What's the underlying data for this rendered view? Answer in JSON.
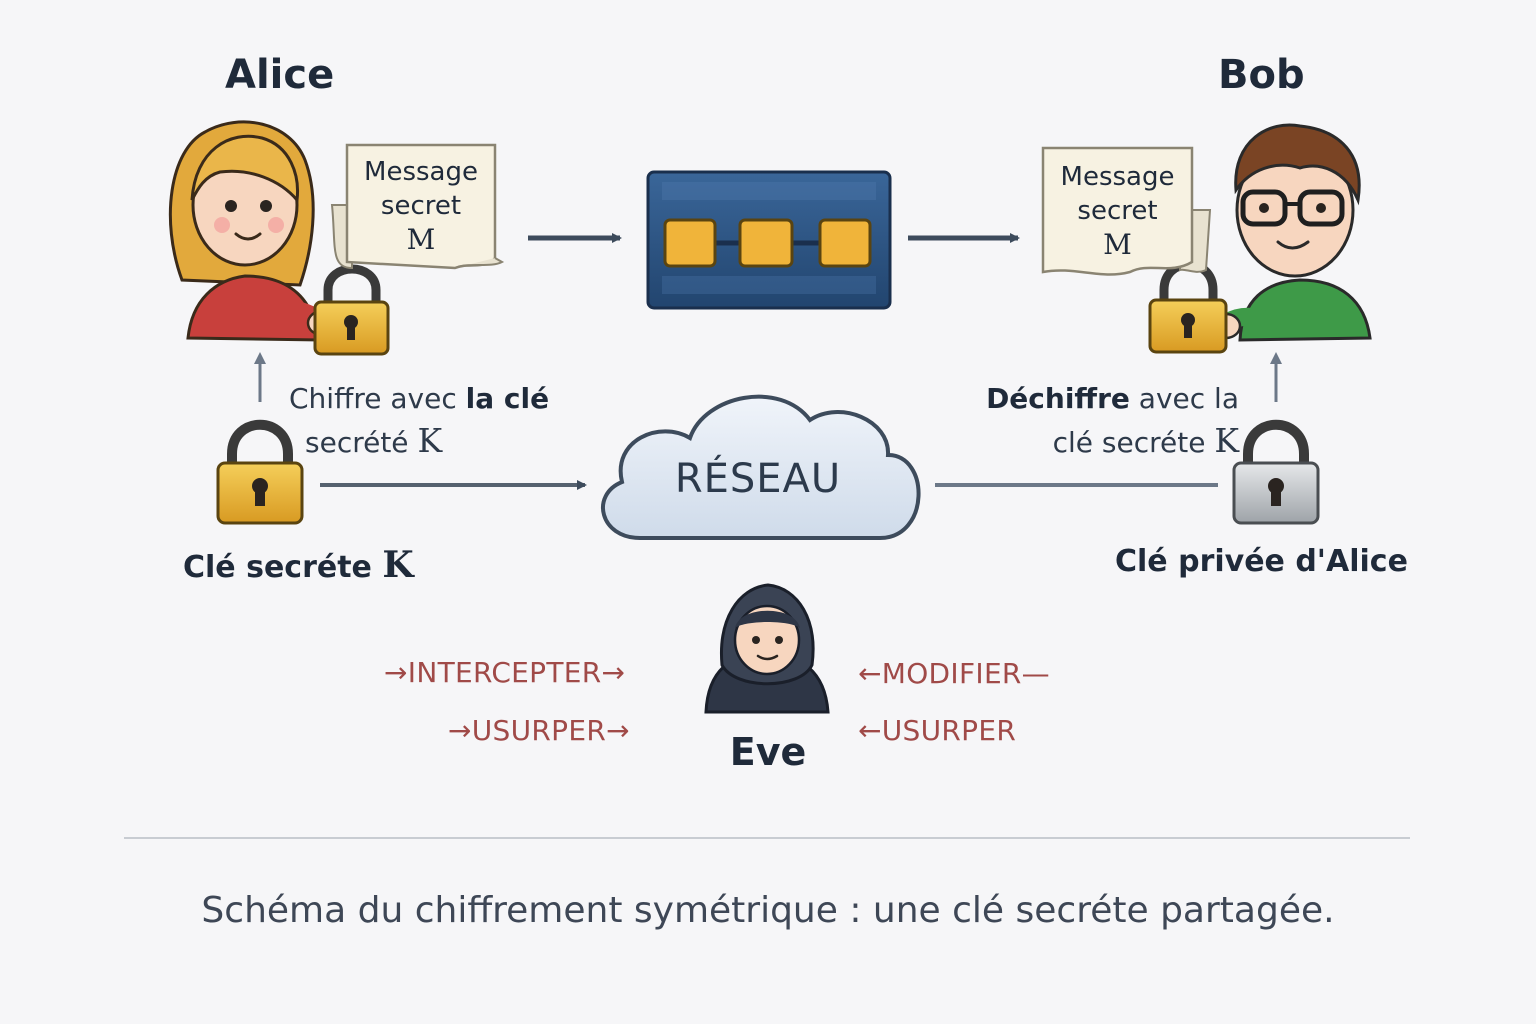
{
  "alice": {
    "name": "Alice"
  },
  "bob": {
    "name": "Bob"
  },
  "eve": {
    "name": "Eve"
  },
  "message": {
    "line1": "Message",
    "line2": "secret",
    "line3": "M"
  },
  "encrypt": {
    "line1_plain": "Chiffre avec ",
    "line1_bold": "la clé",
    "line2_text": "secrété ",
    "line2_key": "K"
  },
  "decrypt": {
    "line1_bold": "Déchiffre",
    "line1_plain": " avec la",
    "line2_text": "clé secréte",
    "line2_key": "K"
  },
  "keys": {
    "left_label_text": "Clé secréte ",
    "left_label_key": "K",
    "right_label": "Clé privée d'Alice"
  },
  "network": {
    "label": "RÉSEAU"
  },
  "attacks": {
    "intercept": "→INTERCEPTER→",
    "usurp_left": "→USURPER→",
    "modify": "←MODIFIER—",
    "usurp_right": "←USURPER"
  },
  "footer": {
    "caption": "Schéma du chiffrement symétrique : une clé secréte partagée."
  },
  "colors": {
    "background": "#f6f6f8",
    "text_dark": "#1f2a3a",
    "attack_red": "#a04a48",
    "arrow_slate": "#3d4b5c",
    "lock_gold": "#e8b030",
    "lock_silver": "#c4c8cc",
    "cipher_blue": "#2e5585",
    "cloud_fill": "#dfe8f2"
  },
  "icons": [
    "alice-avatar-icon",
    "bob-avatar-icon",
    "eve-hooded-avatar-icon",
    "padlock-gold-icon",
    "padlock-silver-icon",
    "cloud-icon",
    "cipher-block-icon",
    "message-paper-icon"
  ]
}
